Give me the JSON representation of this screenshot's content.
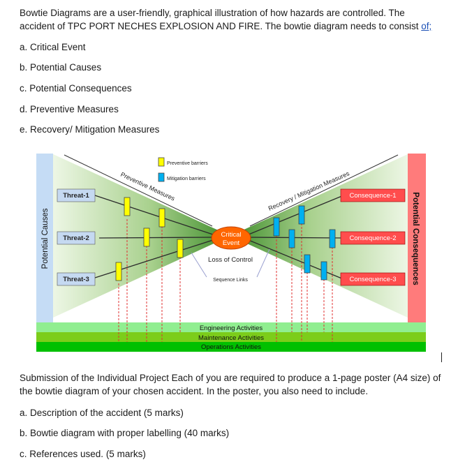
{
  "intro": {
    "text": "Bowtie Diagrams are a user-friendly, graphical illustration of how hazards are controlled. The accident of TPC PORT NECHES EXPLOSION AND FIRE. The bowtie diagram needs to consist ",
    "link": "of;"
  },
  "items": [
    "a. Critical Event",
    "b. Potential Causes",
    "c. Potential Consequences",
    "d. Preventive Measures",
    "e. Recovery/ Mitigation Measures"
  ],
  "diagram": {
    "legend_preventive": "Preventive barriers",
    "legend_mitigation": "Mitigation barriers",
    "label_preventive": "Preventive Measures",
    "label_recovery": "Recovery / Mitigation Measures",
    "left_bar": "Potential Causes",
    "right_bar": "Potential Consequences",
    "threats": [
      "Threat-1",
      "Threat-2",
      "Threat-3"
    ],
    "consequences": [
      "Consequence-1",
      "Consequence-2",
      "Consequence-3"
    ],
    "critical_line1": "Critical",
    "critical_line2": "Event",
    "loss_of_control": "Loss of Control",
    "sequence_links": "Sequence Links",
    "activities": [
      "Engineering Activities",
      "Maintenance Activities",
      "Operations Activities"
    ],
    "colors": {
      "preventive": "#ffff00",
      "mitigation": "#00b0f0",
      "threat_box": "#c5d9f1",
      "consequence_box": "#ff4d4d",
      "critical": "#ff6600",
      "left_bar": "#c5dcf5",
      "right_bar": "#ff7b7b",
      "band1": "#90ee90",
      "band2": "#7ccd1a",
      "band3": "#00c000"
    }
  },
  "submission": {
    "text": "Submission of the Individual Project Each of you are required to produce a 1-page poster (A4 size) of the bowtie diagram of your chosen accident. In the poster, you also need to include.",
    "items": [
      "a. Description of the accident (5 marks)",
      "b. Bowtie diagram with proper labelling (40 marks)",
      "c. References used. (5 marks)"
    ]
  }
}
